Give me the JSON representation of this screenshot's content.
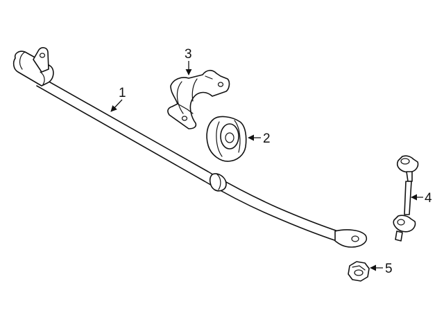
{
  "callouts": [
    {
      "id": "stabilizer-bar",
      "label": "1"
    },
    {
      "id": "bushing",
      "label": "2"
    },
    {
      "id": "bracket",
      "label": "3"
    },
    {
      "id": "stabilizer-link",
      "label": "4"
    },
    {
      "id": "nut",
      "label": "5"
    }
  ],
  "colors": {
    "line": "#111111",
    "background": "#ffffff"
  }
}
